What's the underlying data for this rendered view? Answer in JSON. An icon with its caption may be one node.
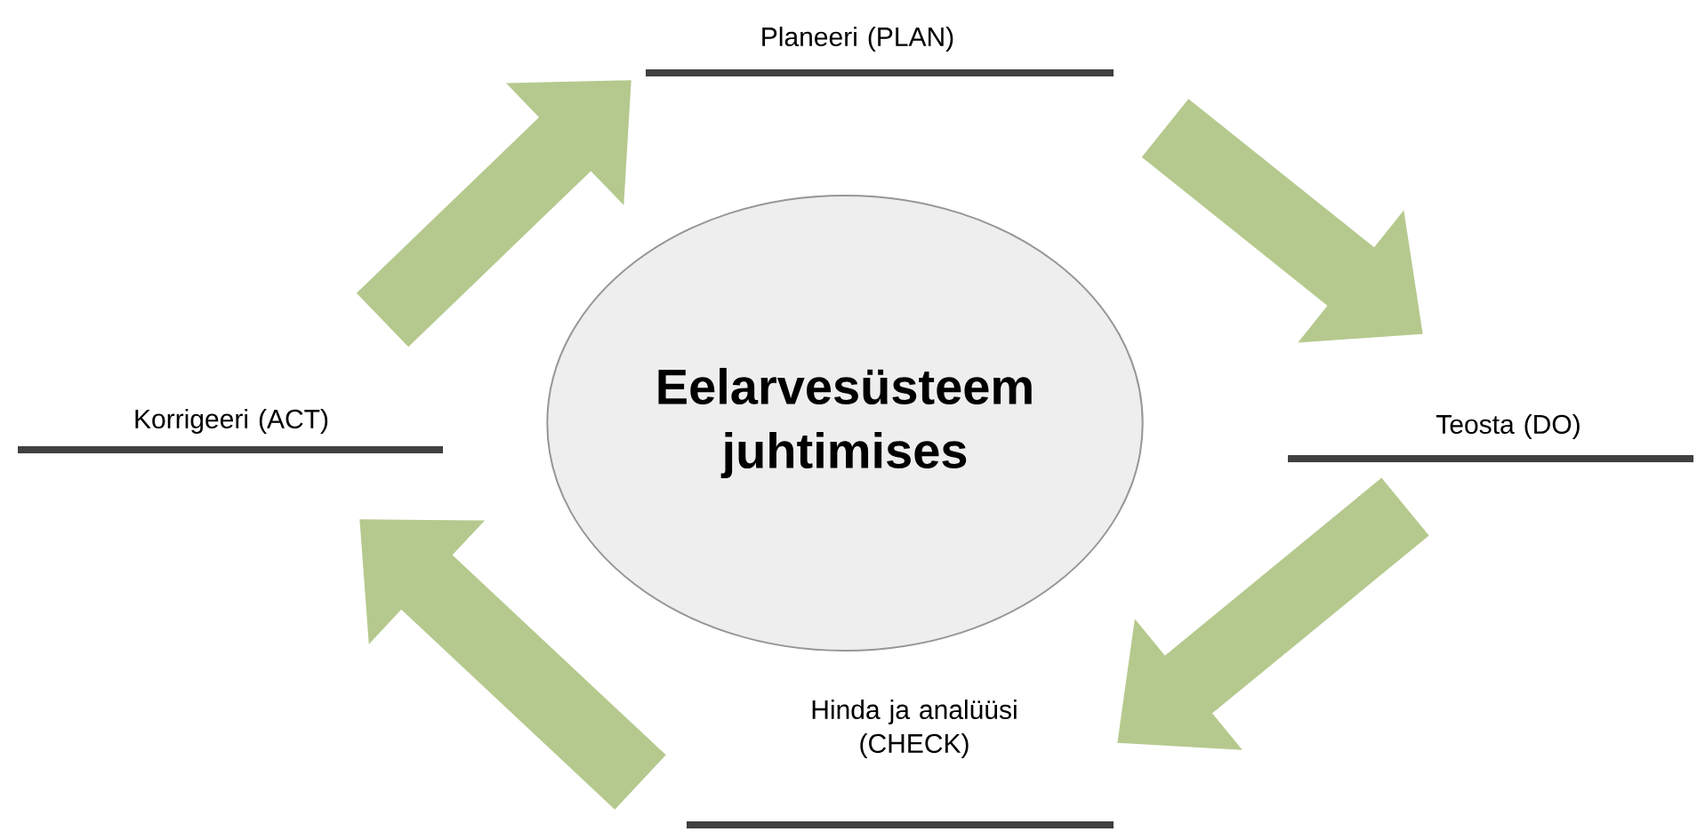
{
  "diagram": {
    "nodes": [
      {
        "text": [
          "Eelarvesüsteem juhtimises"
        ]
      },
      {
        "text": [
          "Planeeri (PLAN)"
        ]
      },
      {
        "text": [
          "Teosta (DO)"
        ]
      },
      {
        "text": [
          "Hinda ja analüüsi (CHECK)"
        ]
      },
      {
        "text": [
          "Korrigeeri (ACT)"
        ]
      }
    ],
    "edges": [
      {
        "from": 1,
        "to": 2,
        "arrow": "to"
      },
      {
        "from": 2,
        "to": 3,
        "arrow": "to"
      },
      {
        "from": 3,
        "to": 4,
        "arrow": "to"
      },
      {
        "from": 4,
        "to": 1,
        "arrow": "to"
      }
    ]
  }
}
